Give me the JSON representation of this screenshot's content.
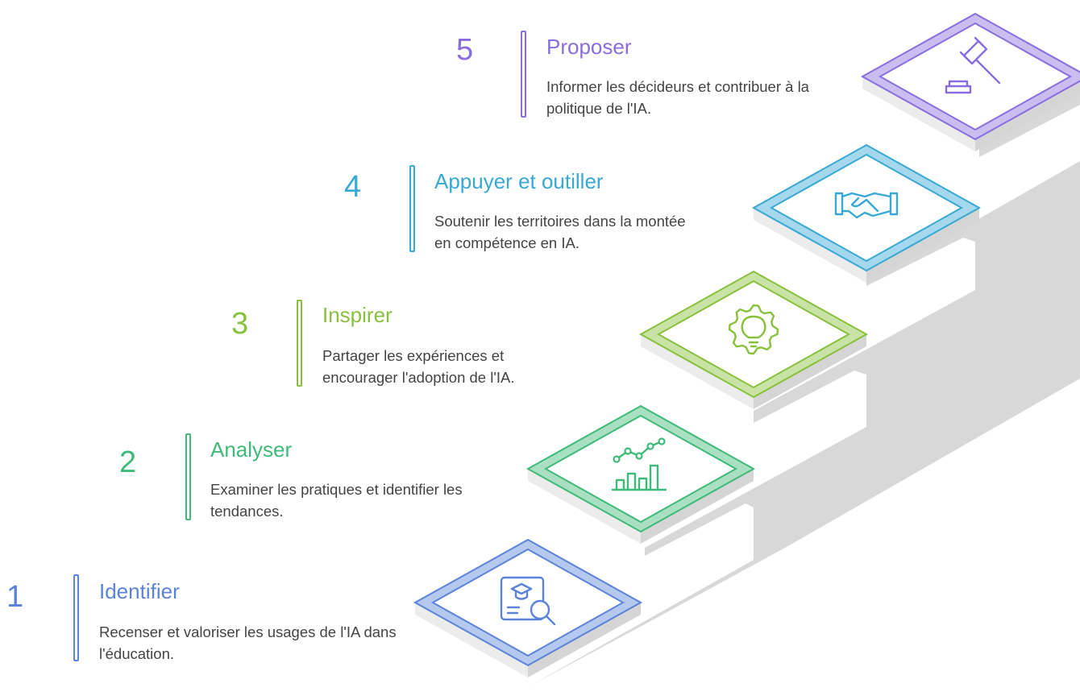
{
  "steps": [
    {
      "number": "1",
      "title": "Identifier",
      "description": "Recenser et valoriser les usages de l'IA dans l'éducation.",
      "color": "#5b84d9",
      "icon": "education-search-icon"
    },
    {
      "number": "2",
      "title": "Analyser",
      "description": "Examiner les pratiques et identifier les tendances.",
      "color": "#3fba78",
      "icon": "chart-trend-icon"
    },
    {
      "number": "3",
      "title": "Inspirer",
      "description": "Partager les expériences et encourager l'adoption de l'IA.",
      "color": "#88c13c",
      "icon": "gear-bulb-icon"
    },
    {
      "number": "4",
      "title": "Appuyer et outiller",
      "description": "Soutenir les territoires dans la montée en compétence en IA.",
      "color": "#38a8d4",
      "icon": "handshake-icon"
    },
    {
      "number": "5",
      "title": "Proposer",
      "description": "Informer les décideurs et contribuer à la politique de l'IA.",
      "color": "#8a6ee0",
      "icon": "gavel-icon"
    }
  ]
}
